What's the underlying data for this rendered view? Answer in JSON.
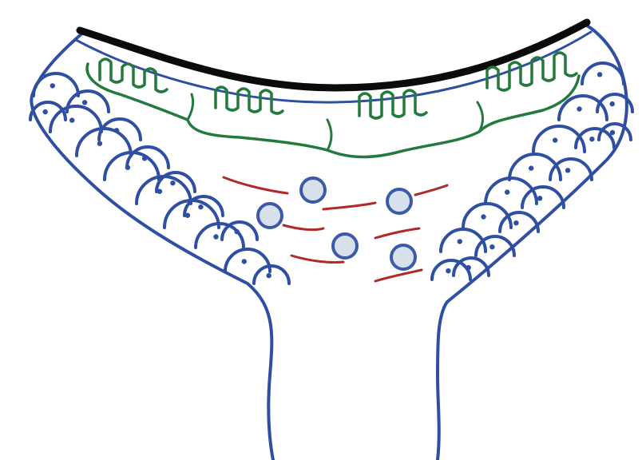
{
  "colors": {
    "background": "#ffffff",
    "outline": "#2f4fa3",
    "cuticle": "#0b0b0b",
    "villi": "#237a3c",
    "fibers": "#b02a2a",
    "cell_fill": "#d8e0ec",
    "cell_outline": "#3b5aa8"
  },
  "parts": {
    "cuticle": "cuticle-line",
    "villi": "villi-row",
    "fibers": "red-fibers",
    "cells": "round-cells",
    "left_scales": "left-scale-cluster",
    "right_scales": "right-scale-cluster",
    "stalk": "stalk-outline"
  }
}
